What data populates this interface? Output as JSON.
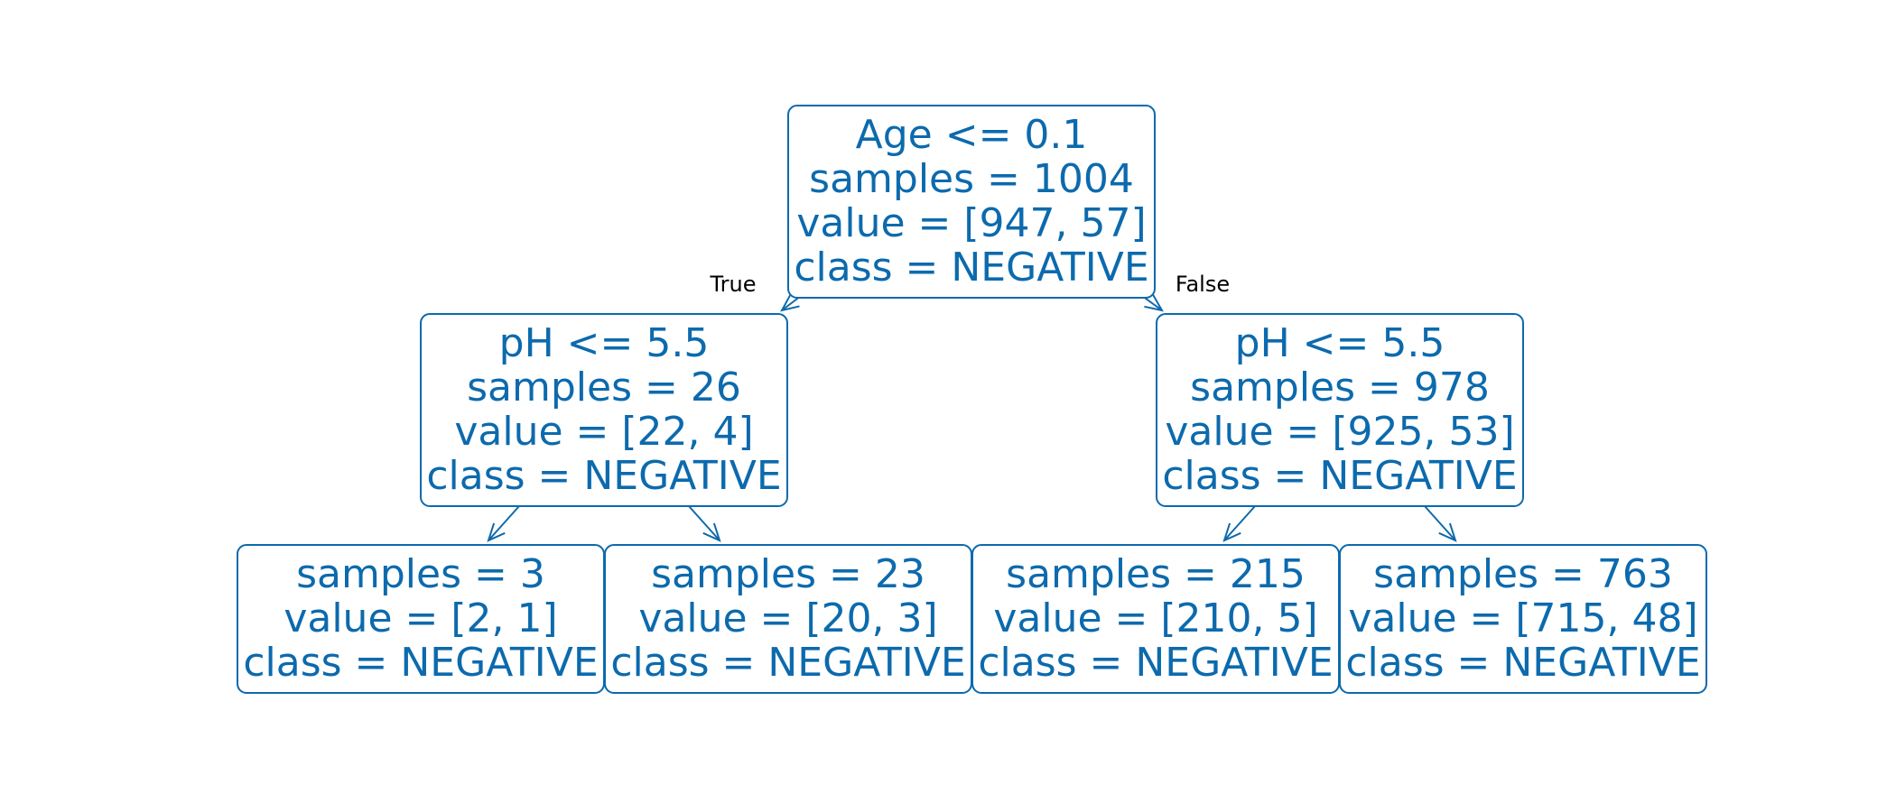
{
  "colors": {
    "node_stroke": "#0c6aad",
    "node_text": "#0c6aad",
    "branch_label": "#000000",
    "background": "#ffffff"
  },
  "tree": {
    "nodes": [
      {
        "id": "root",
        "lines": [
          "Age <= 0.1",
          "samples = 1004",
          "value = [947, 57]",
          "class = NEGATIVE"
        ]
      },
      {
        "id": "left",
        "lines": [
          "pH <= 5.5",
          "samples = 26",
          "value = [22, 4]",
          "class = NEGATIVE"
        ]
      },
      {
        "id": "right",
        "lines": [
          "pH <= 5.5",
          "samples = 978",
          "value = [925, 53]",
          "class = NEGATIVE"
        ]
      },
      {
        "id": "leaf-ll",
        "lines": [
          "samples = 3",
          "value = [2, 1]",
          "class = NEGATIVE"
        ]
      },
      {
        "id": "leaf-lr",
        "lines": [
          "samples = 23",
          "value = [20, 3]",
          "class = NEGATIVE"
        ]
      },
      {
        "id": "leaf-rl",
        "lines": [
          "samples = 215",
          "value = [210, 5]",
          "class = NEGATIVE"
        ]
      },
      {
        "id": "leaf-rr",
        "lines": [
          "samples = 763",
          "value = [715, 48]",
          "class = NEGATIVE"
        ]
      }
    ],
    "edges": [
      {
        "from": "root",
        "to": "left",
        "label": "True"
      },
      {
        "from": "root",
        "to": "right",
        "label": "False"
      },
      {
        "from": "left",
        "to": "leaf-ll",
        "label": ""
      },
      {
        "from": "left",
        "to": "leaf-lr",
        "label": ""
      },
      {
        "from": "right",
        "to": "leaf-rl",
        "label": ""
      },
      {
        "from": "right",
        "to": "leaf-rr",
        "label": ""
      }
    ]
  }
}
